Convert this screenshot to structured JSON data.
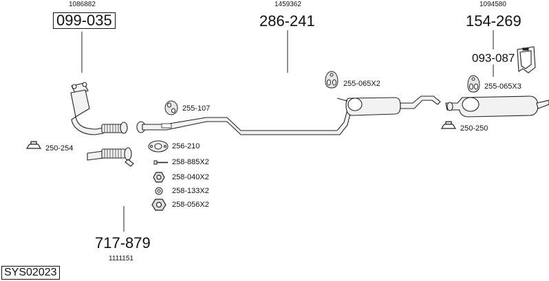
{
  "diagram_code": "SYS02023",
  "colors": {
    "line": "#222222",
    "fill": "#f2f2f2",
    "background": "#ffffff"
  },
  "parts": {
    "front_pipe": {
      "number": "099-035",
      "reference": "1086882"
    },
    "middle_pipe": {
      "number": "286-241",
      "reference": "1459362"
    },
    "rear_silencer": {
      "number": "154-269",
      "reference": "1094580"
    },
    "flex_pipe": {
      "number": "717-879",
      "reference": "1111151"
    },
    "heat_shield": {
      "number": "093-087"
    }
  },
  "fittings": {
    "f_255_107": "255-107",
    "f_255_065x2": "255-065X2",
    "f_255_065x3": "255-065X3",
    "f_250_254": "250-254",
    "f_250_250": "250-250",
    "f_256_210": "256-210",
    "f_258_885x2": "258-885X2",
    "f_258_040x2": "258-040X2",
    "f_258_133x2": "258-133X2",
    "f_258_056x2": "258-056X2"
  }
}
